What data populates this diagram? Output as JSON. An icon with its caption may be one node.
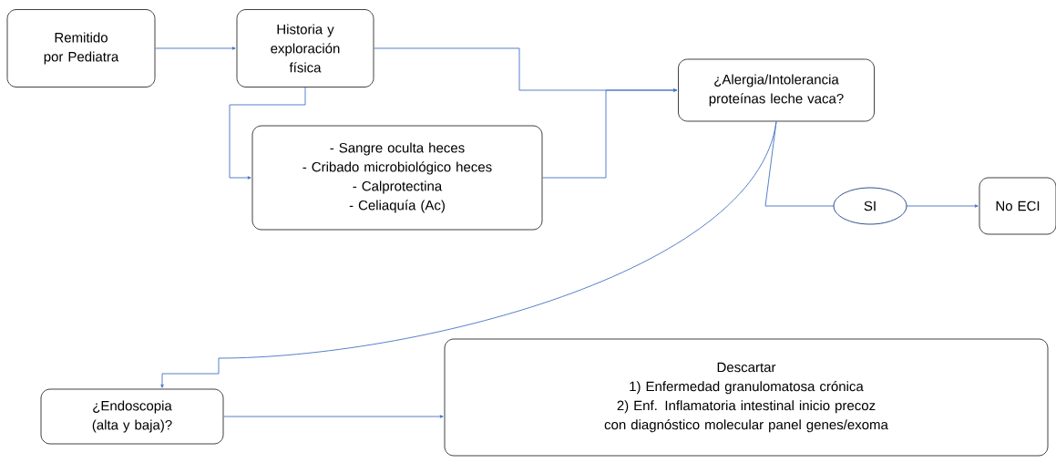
{
  "diagram": {
    "nodes": [
      {
        "text": [
          "Remitido por Pediatra"
        ]
      },
      {
        "text": [
          "Historia y exploración física"
        ]
      },
      {
        "text": [
          "- Sangre oculta heces",
          "- Cribado microbiológico heces",
          "-    Calprotectina",
          "-    Celiaquía (Ac)"
        ]
      },
      {
        "text": [
          "¿Alergia/Intolerancia proteínas leche vaca?"
        ]
      },
      {
        "text": [
          "No ECI"
        ]
      },
      {
        "text": [
          "¿Endoscopia (alta y baja)?"
        ]
      },
      {
        "text": [
          "Descartar",
          "1) Enfermedad granulomatosa crónica",
          "2) Enf. Inflamatoria intestinal inicio precoz con diagnóstico molecular panel genes/exoma"
        ]
      }
    ],
    "edges": [
      {
        "from": 0,
        "to": 1,
        "arrow": "to"
      },
      {
        "from": 1,
        "to": 3,
        "arrow": "to"
      },
      {
        "from": 1,
        "to": 2,
        "arrow": "to"
      },
      {
        "from": 2,
        "to": 3,
        "arrow": "to"
      },
      {
        "from": 3,
        "to": 4,
        "arrow": "to",
        "label": "SI"
      },
      {
        "from": 3,
        "to": 5,
        "arrow": "to"
      },
      {
        "from": 5,
        "to": 6,
        "arrow": "to"
      }
    ]
  }
}
